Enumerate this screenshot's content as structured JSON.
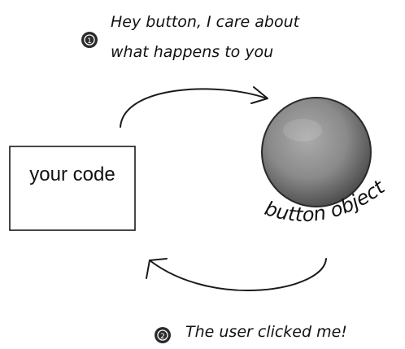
{
  "diagram": {
    "step1": {
      "marker": "1",
      "line1": "Hey button, I care about",
      "line2": "what happens to you"
    },
    "step2": {
      "marker": "2",
      "text": "The user clicked me!"
    },
    "code_box": {
      "label": "your code"
    },
    "button": {
      "label": "button object"
    }
  }
}
